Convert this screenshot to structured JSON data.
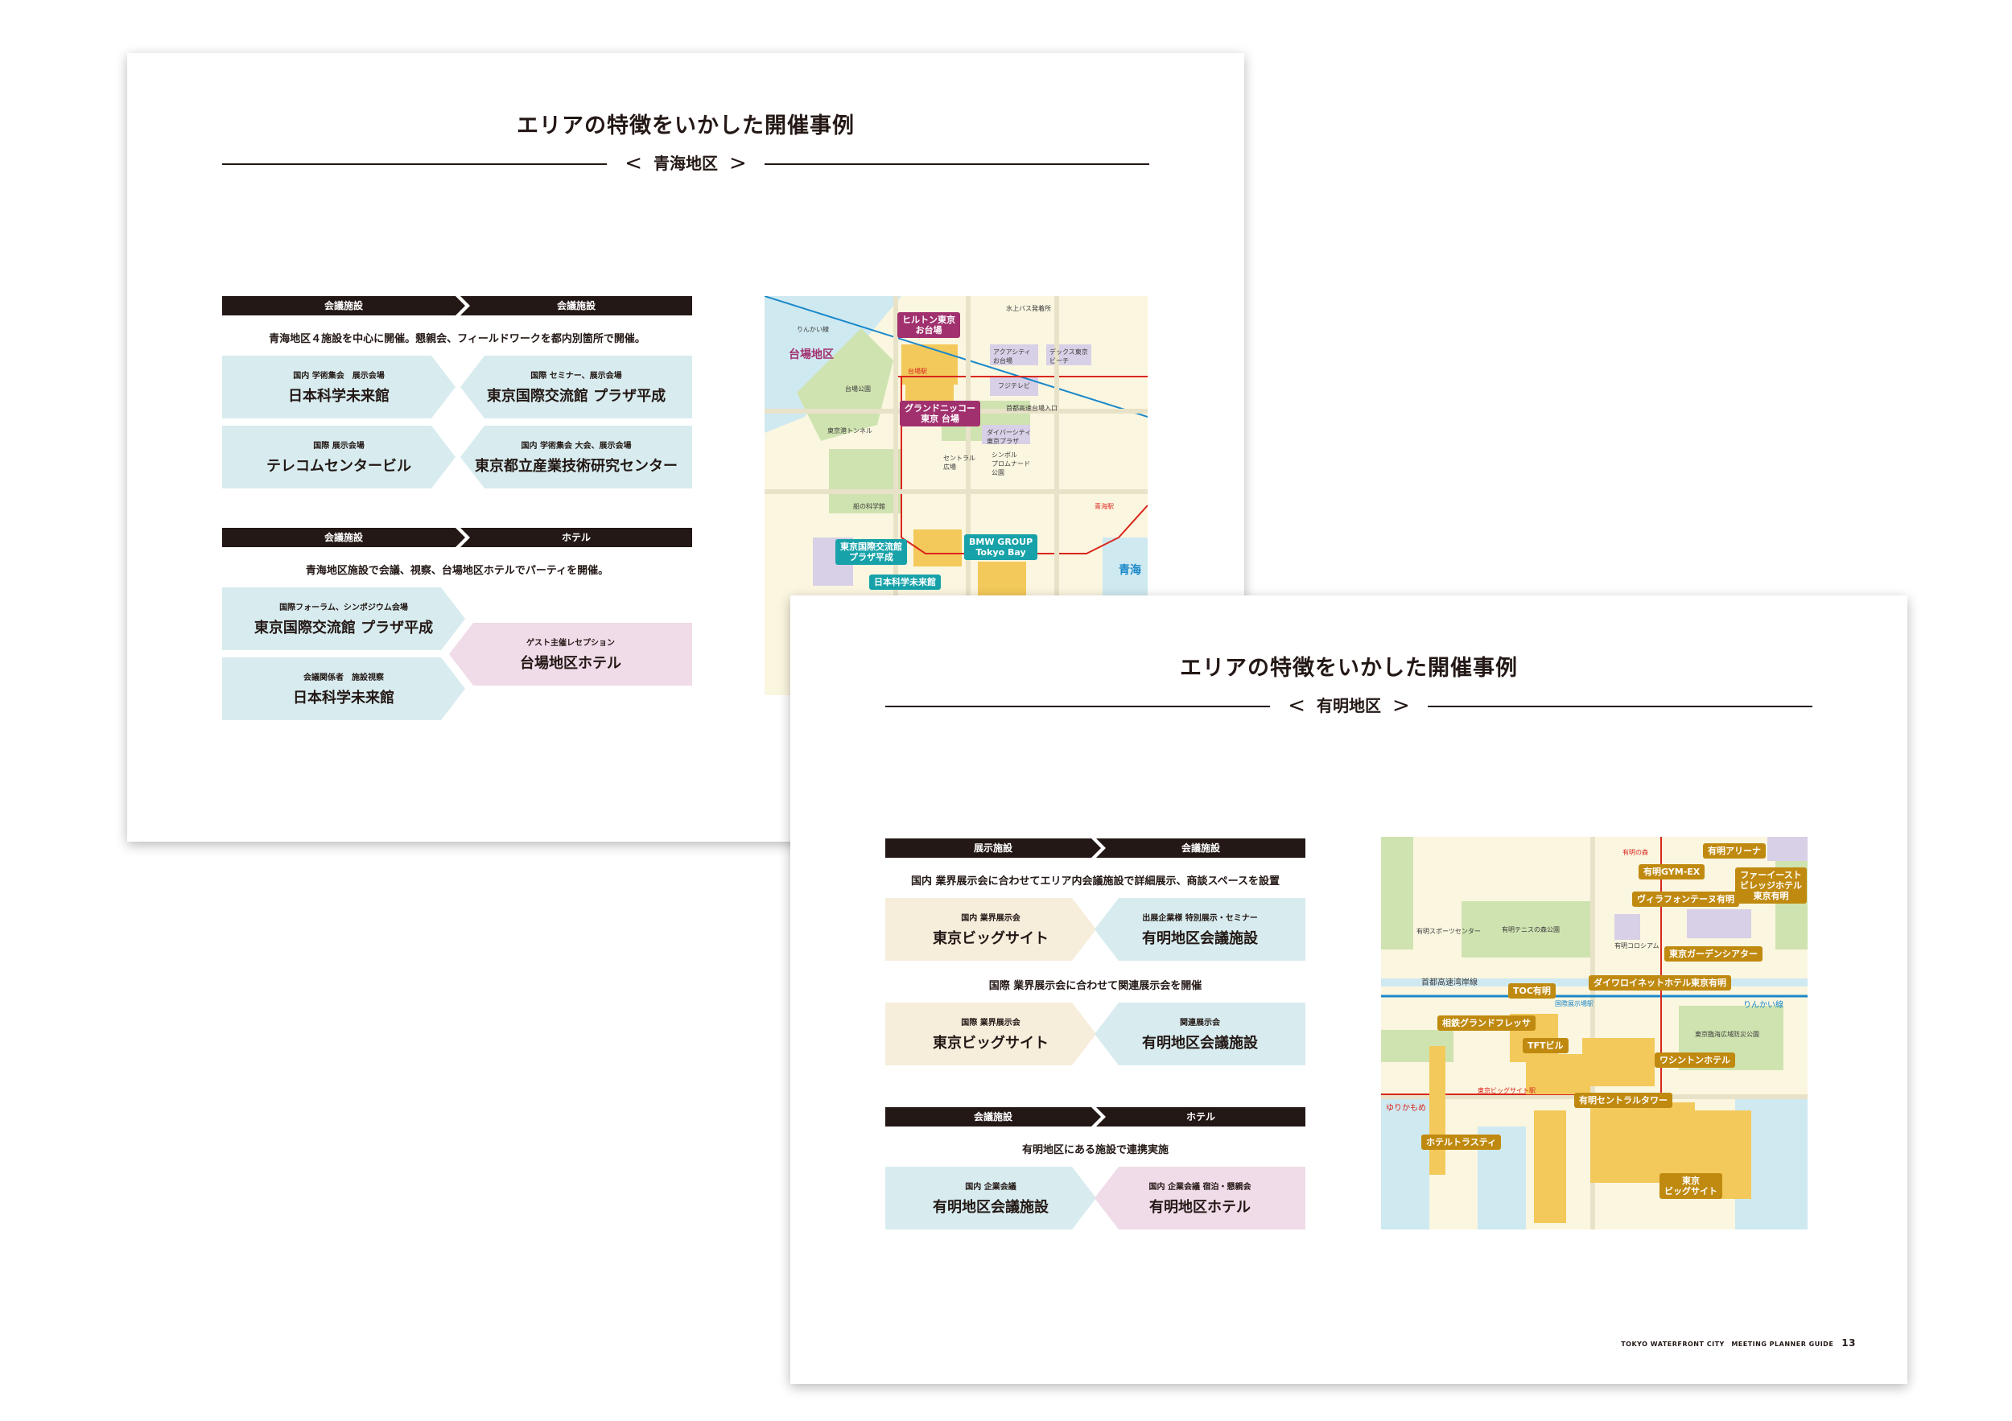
{
  "left_page": {
    "title": "エリアの特徴をいかした開催事例",
    "area": "青海地区",
    "chevron_left": "<",
    "chevron_right": ">",
    "sections": [
      {
        "headers": [
          "会議施設",
          "会議施設"
        ],
        "description": "青海地区４施設を中心に開催。懇親会、フィールドワークを都内別箇所で開催。",
        "rows": [
          {
            "left": {
              "small": "国内 学術集会　展示会場",
              "big": "日本科学未来館"
            },
            "right": {
              "small": "国際 セミナー、展示会場",
              "big": "東京国際交流館 プラザ平成"
            }
          },
          {
            "left": {
              "small": "国際 展示会場",
              "big": "テレコムセンタービル"
            },
            "right": {
              "small": "国内 学術集会 大会、展示会場",
              "big": "東京都立産業技術研究センター"
            }
          }
        ]
      },
      {
        "headers": [
          "会議施設",
          "ホテル"
        ],
        "description": "青海地区施設で会議、視察、台場地区ホテルでパーティを開催。",
        "left_boxes": [
          {
            "small": "国際フォーラム、シンポジウム会場",
            "big": "東京国際交流館 プラザ平成"
          },
          {
            "small": "会議関係者　施設視察",
            "big": "日本科学未来館"
          }
        ],
        "right_box": {
          "small": "ゲスト主催レセプション",
          "big": "台場地区ホテル"
        }
      }
    ],
    "map": {
      "tags": [
        "ヒルトン東京\nお台場",
        "グランドニッコー\n東京 台場",
        "東京国際交流館\nプラザ平成",
        "BMW GROUP\nTokyo Bay",
        "日本科学未来館"
      ],
      "labels": [
        "台場地区",
        "りんかい線",
        "水上バス発着所",
        "アクアシティ\nお台場",
        "デックス東京\nビーチ",
        "フジテレビ",
        "台場公園",
        "首都高速台場入口",
        "ダイバーシティ\n東京プラザ",
        "セントラル\n広場",
        "シンボル\nプロムナード\n公園",
        "東京港トンネル",
        "船の科学館",
        "台場駅",
        "青海駅",
        "青海"
      ]
    }
  },
  "right_page": {
    "title": "エリアの特徴をいかした開催事例",
    "area": "有明地区",
    "chevron_left": "<",
    "chevron_right": ">",
    "sections": [
      {
        "headers": [
          "展示施設",
          "会議施設"
        ],
        "description": "国内 業界展示会に合わせてエリア内会議施設で詳細展示、商談スペースを設置",
        "row": {
          "left": {
            "small": "国内 業界展示会",
            "big": "東京ビッグサイト"
          },
          "right": {
            "small": "出展企業様 特別展示・セミナー",
            "big": "有明地区会議施設"
          }
        }
      },
      {
        "description": "国際 業界展示会に合わせて関連展示会を開催",
        "row": {
          "left": {
            "small": "国際 業界展示会",
            "big": "東京ビッグサイト"
          },
          "right": {
            "small": "関連展示会",
            "big": "有明地区会議施設"
          }
        }
      },
      {
        "headers": [
          "会議施設",
          "ホテル"
        ],
        "description": "有明地区にある施設で連携実施",
        "row": {
          "left": {
            "small": "国内 企業会議",
            "big": "有明地区会議施設"
          },
          "right": {
            "small": "国内 企業会議 宿泊・懇親会",
            "big": "有明地区ホテル"
          }
        }
      }
    ],
    "map": {
      "tags": [
        "有明アリーナ",
        "有明GYM-EX",
        "ファーイースト\nビレッジホテル\n東京有明",
        "ヴィラフォンテーヌ有明",
        "東京ガーデンシアター",
        "ダイワロイネットホテル東京有明",
        "TOC有明",
        "相鉄グランドフレッサ",
        "TFTビル",
        "ワシントンホテル",
        "有明セントラルタワー",
        "東京\nビッグサイト"
      ],
      "labels": [
        "有明の森",
        "有明スポーツセンター",
        "有明テニスの森公園",
        "首都高速湾岸線",
        "りんかい線",
        "ゆりかもめ",
        "国際展示場駅",
        "東京ビッグサイト駅",
        "有明コロシアム",
        "東京臨海広域防災公園",
        "ホテルトラスティ"
      ]
    },
    "footer": {
      "text": "TOKYO WATERFRONT CITY　MEETING PLANNER GUIDE",
      "page": "13"
    }
  },
  "colors": {
    "dark": "#231815",
    "blue_box": "#d8ecef",
    "beige_box": "#f7eddb",
    "pink_box": "#f0dbe8",
    "gold_tag": "#c08a10",
    "purple_tag": "#a1306e",
    "teal_tag": "#17a2a9"
  }
}
